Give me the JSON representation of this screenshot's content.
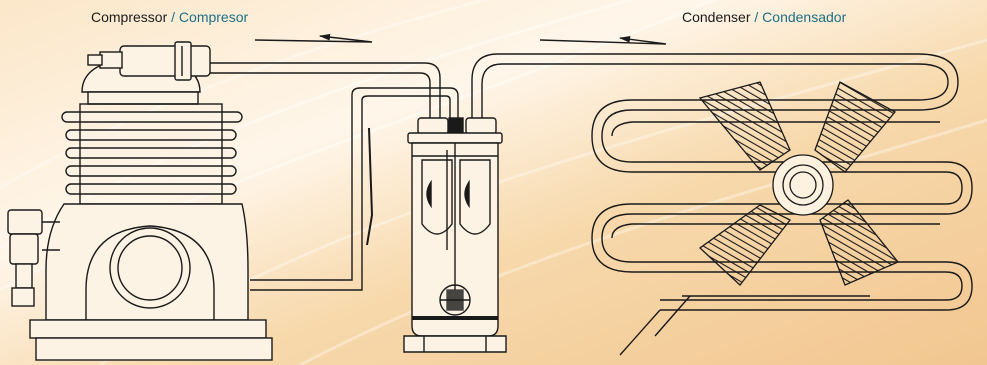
{
  "labels": {
    "compressor": {
      "en": "Compressor",
      "sep": " / ",
      "es": "Compresor"
    },
    "condenser": {
      "en": "Condenser",
      "sep": " / ",
      "es": "Condensador"
    }
  },
  "colors": {
    "line": "#1a1a1a",
    "label_en": "#1b1b1b",
    "label_es": "#1c6f86",
    "background_light": "#fff8ee",
    "background_warm": "#f3c990"
  },
  "icons": [
    "flow-arrow-icon",
    "fan-blade-icon",
    "sight-glass-icon"
  ]
}
